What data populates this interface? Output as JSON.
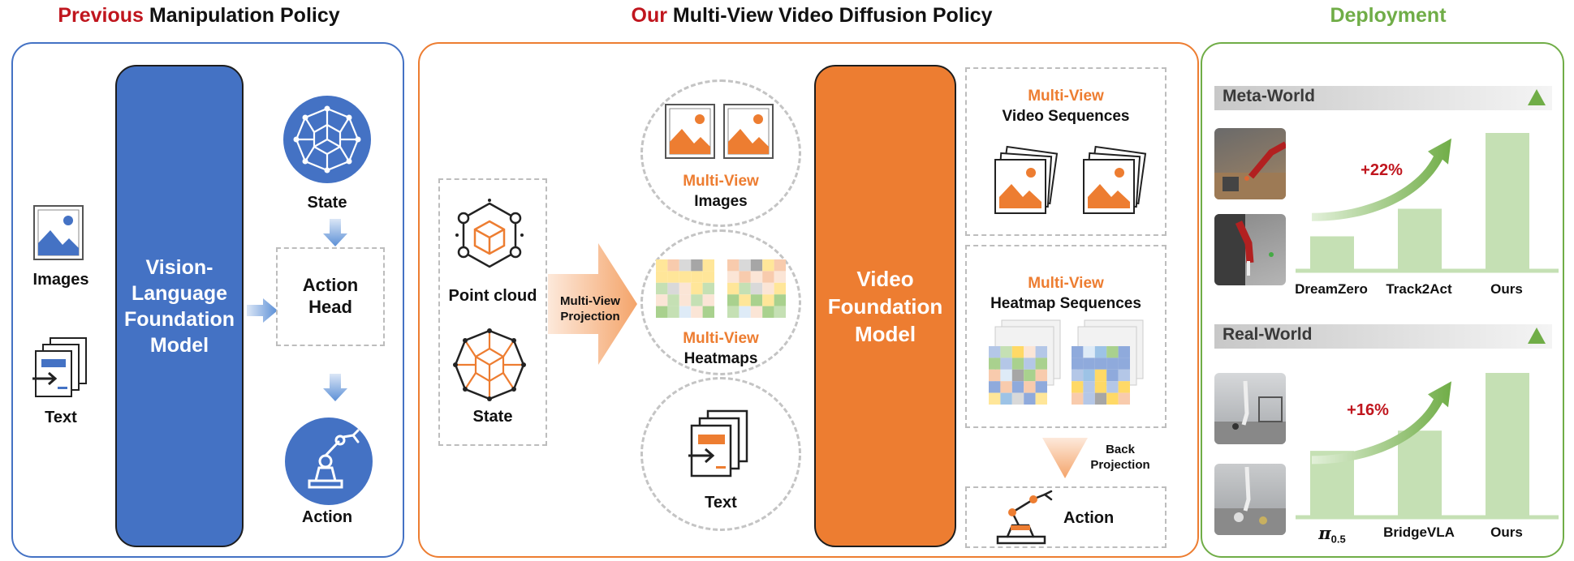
{
  "colors": {
    "red": "#c0161e",
    "blue": "#4472c4",
    "orange": "#ed7d31",
    "green": "#70ad47",
    "light_green_bar": "#c5e0b4"
  },
  "left": {
    "title_highlight": "Previous",
    "title_rest": " Manipulation Policy",
    "inputs": {
      "images": "Images",
      "text": "Text"
    },
    "vlm_block": [
      "Vision-",
      "Language",
      "Foundation",
      "Model"
    ],
    "state": "State",
    "action_head": [
      "Action",
      "Head"
    ],
    "action": "Action",
    "icons": [
      "image-icon",
      "document-icon",
      "network-icon",
      "robot-arm-icon"
    ]
  },
  "middle": {
    "title_highlight": "Our",
    "title_rest": " Multi-View Video Diffusion Policy",
    "point_cloud": "Point cloud",
    "state": "State",
    "projection_arrow": [
      "Multi-View",
      "Projection"
    ],
    "mv_images": {
      "highlight": "Multi-View",
      "label": "Images"
    },
    "mv_heatmaps": {
      "highlight": "Multi-View",
      "label": "Heatmaps"
    },
    "text": "Text",
    "vfm_block": [
      "Video",
      "Foundation",
      "Model"
    ],
    "video_seq": {
      "highlight": "Multi-View",
      "label": "Video Sequences"
    },
    "heatmap_seq": {
      "highlight": "Multi-View",
      "label": "Heatmap Sequences"
    },
    "back_projection": [
      "Back",
      "Projection"
    ],
    "action": "Action"
  },
  "right": {
    "title": "Deployment",
    "meta_world": {
      "label": "Meta-World",
      "gain": "+22%",
      "bars": [
        {
          "name": "DreamZero",
          "value": 0.25
        },
        {
          "name": "Track2Act",
          "value": 0.45
        },
        {
          "name": "Ours",
          "value": 1.0
        }
      ]
    },
    "real_world": {
      "label": "Real-World",
      "gain": "+16%",
      "bars": [
        {
          "name": "π",
          "sub": "0.5",
          "value": 0.46
        },
        {
          "name": "BridgeVLA",
          "value": 0.6
        },
        {
          "name": "Ours",
          "value": 1.0
        }
      ]
    }
  }
}
